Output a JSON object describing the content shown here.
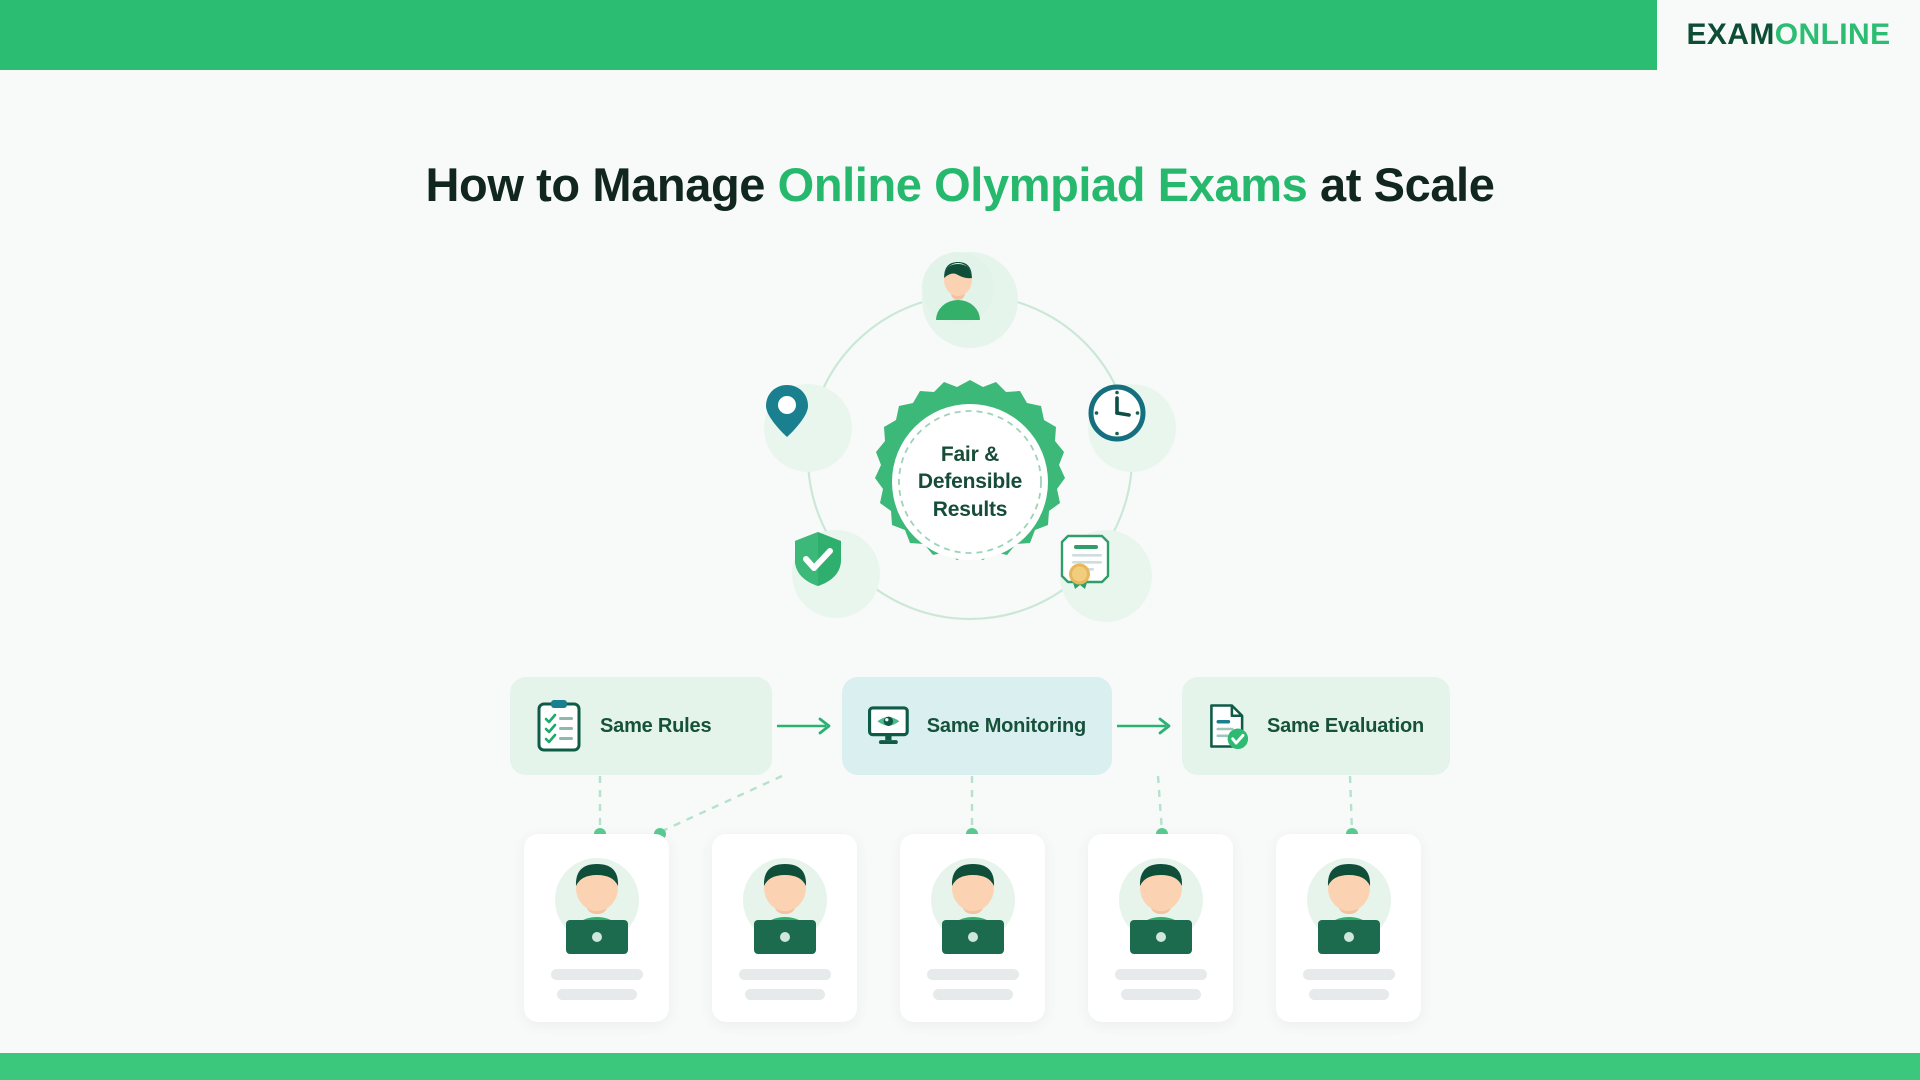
{
  "header": {
    "logo_exam": "EXAM",
    "logo_online": "ONLINE",
    "bar_color": "#2bbd72"
  },
  "title": {
    "part1": "How to Manage ",
    "highlight": "Online Olympiad Exams",
    "part2": " at Scale",
    "text_color": "#11261f",
    "highlight_color": "#26b96e"
  },
  "hub": {
    "center_badge": {
      "line1": "Fair &",
      "line2": "Defensible",
      "line3": "Results",
      "badge_color": "#3cb878",
      "text_color": "#174c38"
    },
    "nodes": [
      {
        "icon": "person-avatar-icon",
        "position": "top"
      },
      {
        "icon": "location-pin-icon",
        "position": "left"
      },
      {
        "icon": "clock-icon",
        "position": "right"
      },
      {
        "icon": "shield-check-icon",
        "position": "bottom-left"
      },
      {
        "icon": "certificate-seal-icon",
        "position": "bottom-right"
      }
    ]
  },
  "process": {
    "steps": [
      {
        "label": "Same Rules",
        "icon": "clipboard-checklist-icon",
        "bg": "#e4f4ea"
      },
      {
        "label": "Same Monitoring",
        "icon": "monitor-eye-icon",
        "bg": "#d9eff0"
      },
      {
        "label": "Same Evaluation",
        "icon": "document-check-icon",
        "bg": "#e4f4ea"
      }
    ],
    "arrow_icon": "arrow-right-icon",
    "arrow_color": "#2bb273"
  },
  "students": {
    "count": 5,
    "card_icon": "student-laptop-icon",
    "cards": [
      {
        "id": "student-card-1"
      },
      {
        "id": "student-card-2"
      },
      {
        "id": "student-card-3"
      },
      {
        "id": "student-card-4"
      },
      {
        "id": "student-card-5"
      }
    ]
  },
  "footer": {
    "bar_color": "#3cc87c"
  }
}
